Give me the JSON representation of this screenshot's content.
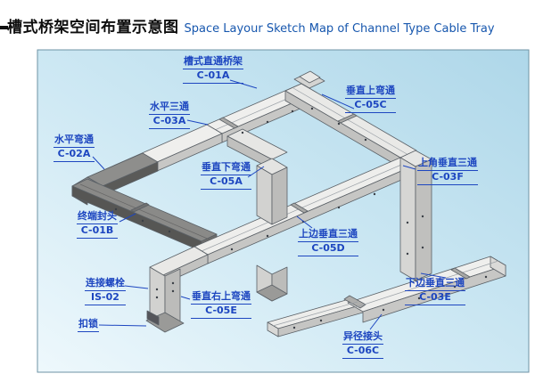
{
  "title": {
    "zh": "槽式桥架空间布置示意图",
    "en": "Space Layour Sketch Map of Channel Type Cable Tray"
  },
  "labels": [
    {
      "id": "c01a",
      "zh": "槽式直通桥架",
      "code": "C-01A"
    },
    {
      "id": "c05c",
      "zh": "垂直上弯通",
      "code": "C-05C"
    },
    {
      "id": "c03a",
      "zh": "水平三通",
      "code": "C-03A"
    },
    {
      "id": "c02a",
      "zh": "水平弯通",
      "code": "C-02A"
    },
    {
      "id": "c05a",
      "zh": "垂直下弯通",
      "code": "C-05A"
    },
    {
      "id": "c03f",
      "zh": "上角垂直三通",
      "code": "C-03F"
    },
    {
      "id": "c01b",
      "zh": "终端封头",
      "code": "C-01B"
    },
    {
      "id": "c05d",
      "zh": "上边垂直三通",
      "code": "C-05D"
    },
    {
      "id": "is02",
      "zh": "连接螺栓",
      "code": "IS-02"
    },
    {
      "id": "c05e",
      "zh": "垂直右上弯通",
      "code": "C-05E"
    },
    {
      "id": "lock",
      "zh": "扣锁",
      "code": ""
    },
    {
      "id": "c03e",
      "zh": "下边垂直三通",
      "code": "C-03E"
    },
    {
      "id": "c06c",
      "zh": "异径接头",
      "code": "C-06C"
    }
  ],
  "colors": {
    "label_blue": "#1d46c0",
    "title_en_blue": "#1757ae",
    "panel_border": "#6e93a4",
    "panel_bg_top": "#b5dbeb",
    "panel_bg_bottom": "#eef8fc",
    "tray_light": "#efefed",
    "tray_dark": "#565654"
  }
}
